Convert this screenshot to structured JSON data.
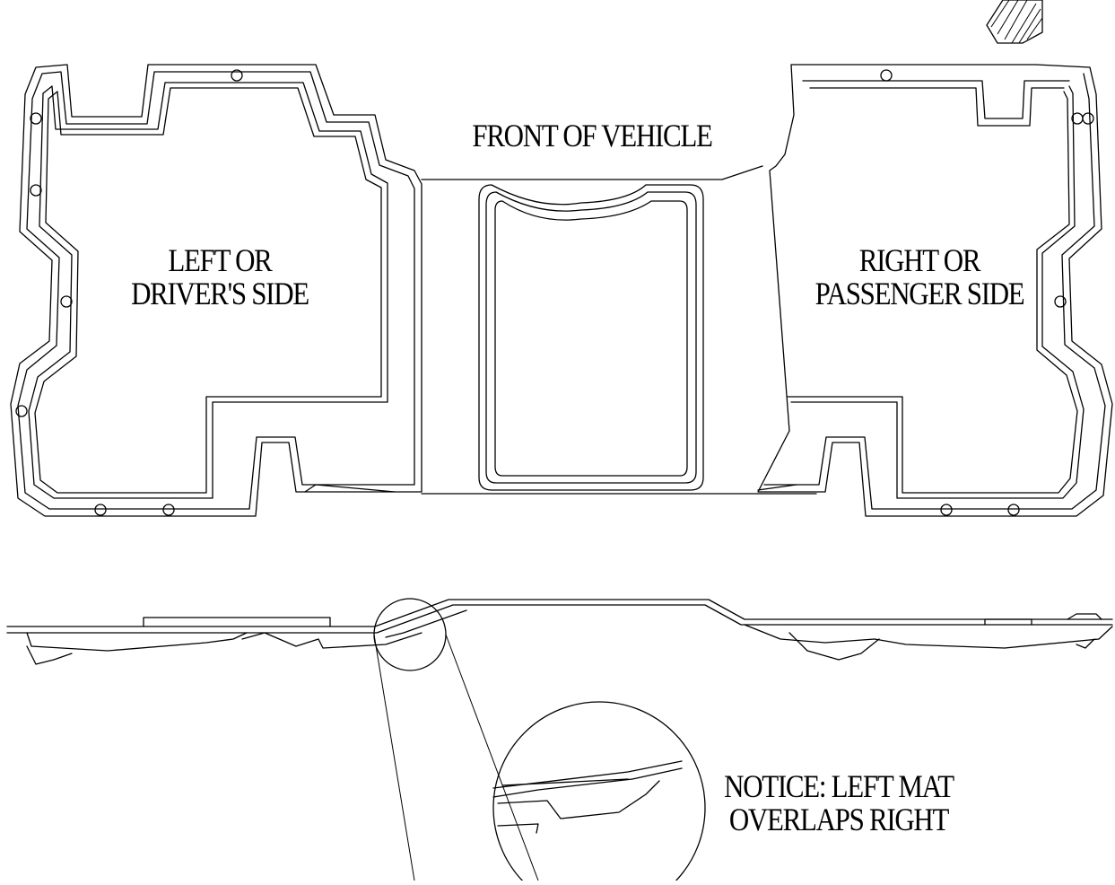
{
  "labels": {
    "front": "FRONT OF VEHICLE",
    "left_line1": "LEFT OR",
    "left_line2": "DRIVER'S SIDE",
    "right_line1": "RIGHT OR",
    "right_line2": "PASSENGER SIDE",
    "notice_line1": "NOTICE: LEFT MAT",
    "notice_line2": "OVERLAPS RIGHT"
  }
}
